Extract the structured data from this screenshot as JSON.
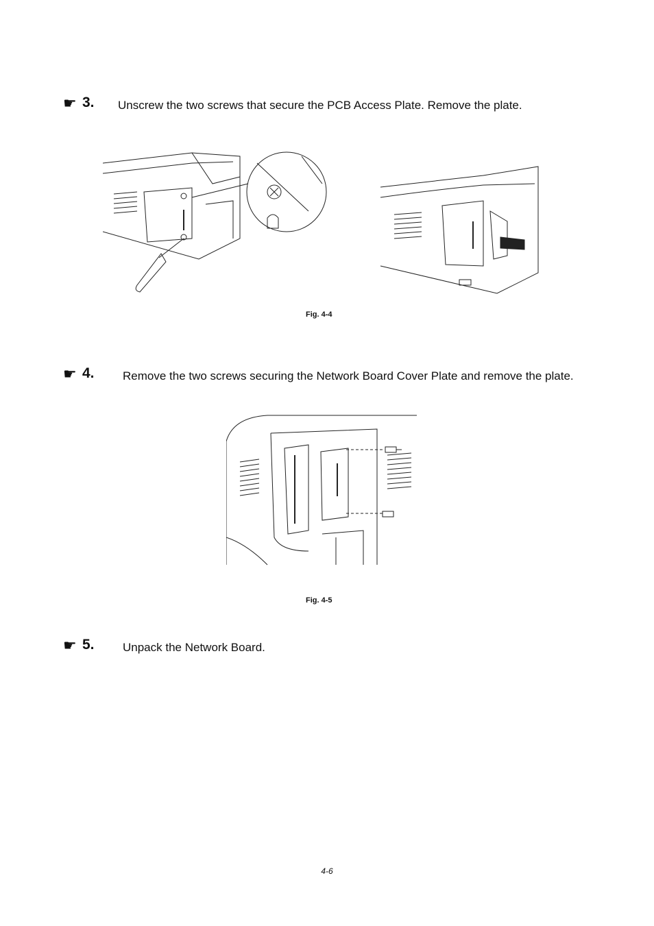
{
  "steps": [
    {
      "number": "3.",
      "text": "Unscrew the two screws that secure the PCB Access Plate. Remove the plate."
    },
    {
      "number": "4.",
      "text": "Remove the two screws securing the Network Board Cover Plate and remove the plate."
    },
    {
      "number": "5.",
      "text": "Unpack the Network Board."
    }
  ],
  "figures": [
    {
      "caption": "Fig. 4-4"
    },
    {
      "caption": "Fig. 4-5"
    }
  ],
  "icons": {
    "step_marker": "pointing-hand-icon"
  },
  "page_number": "4-6"
}
